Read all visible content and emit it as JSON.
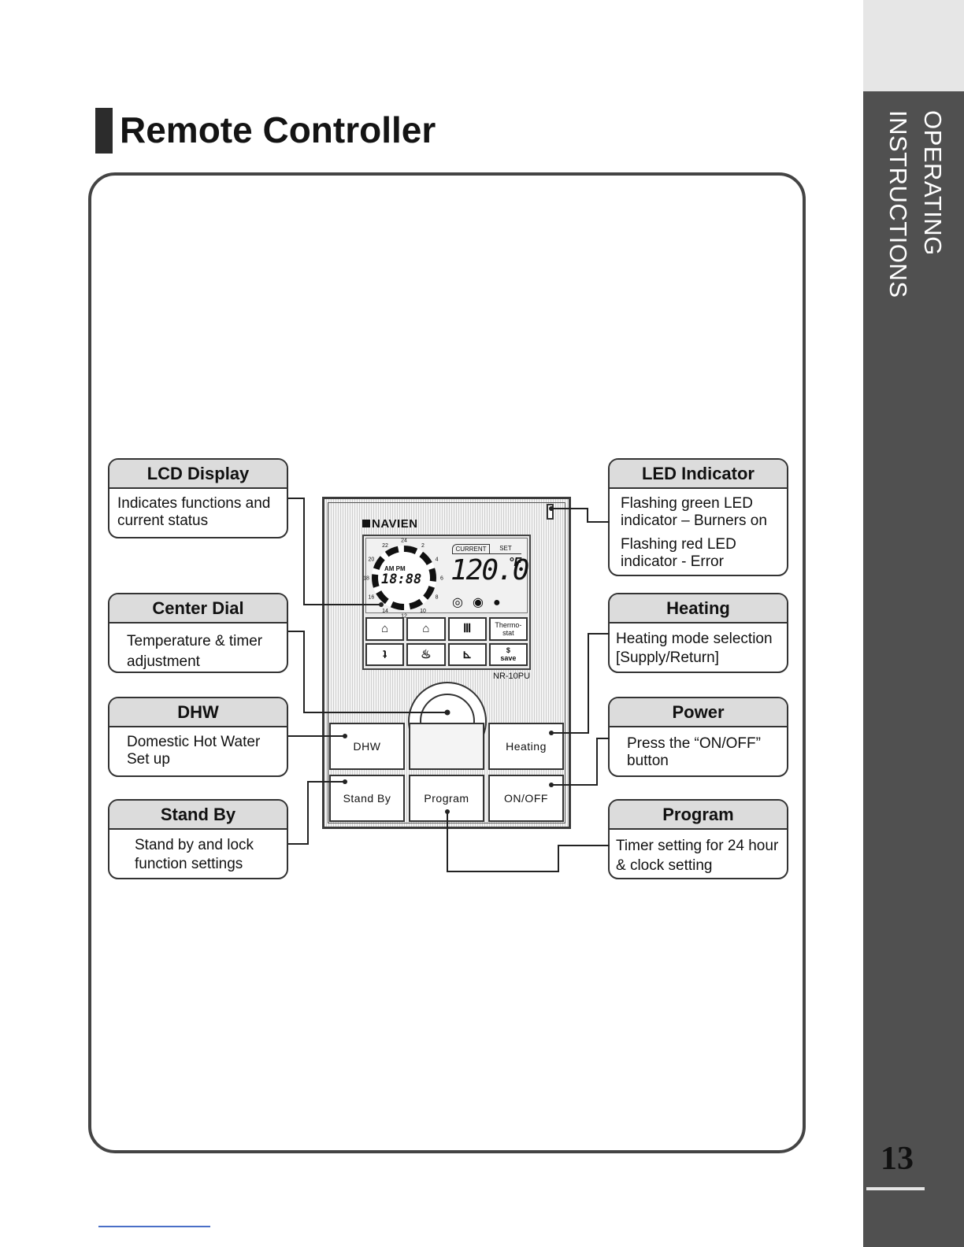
{
  "page": {
    "title": "Remote Controller",
    "section": "OPERATING INSTRUCTIONS",
    "page_number": "13"
  },
  "device": {
    "brand": "NAVIEN",
    "model": "NR-10PU",
    "lcd": {
      "clock_ampm": "AM PM",
      "clock_time": "18:88",
      "clock_hours": [
        "24",
        "2",
        "4",
        "6",
        "8",
        "10",
        "12",
        "14",
        "16",
        "18",
        "20",
        "22"
      ],
      "label_current": "CURRENT",
      "label_set": "SET",
      "temperature": "120.0",
      "unit": "°F",
      "status_icons": [
        "timer-icon",
        "lock-icon",
        "power-icon"
      ]
    },
    "keys": [
      {
        "icon": "home-icon",
        "glyph": "⌂"
      },
      {
        "icon": "away-icon",
        "glyph": "⌂"
      },
      {
        "icon": "radiator-icon",
        "glyph": "Ⅲ"
      },
      {
        "icon": "thermostat-key",
        "label": "Thermo-\nstat"
      },
      {
        "icon": "faucet-icon",
        "glyph": "ʇ"
      },
      {
        "icon": "shower-icon",
        "glyph": "♨"
      },
      {
        "icon": "floor-heat-icon",
        "glyph": "⊾"
      },
      {
        "icon": "save-key",
        "label": "$\nsave"
      }
    ],
    "buttons": {
      "dhw": "DHW",
      "heating": "Heating",
      "standby": "Stand By",
      "program": "Program",
      "onoff": "ON/OFF"
    }
  },
  "callouts": {
    "lcd_display": {
      "title": "LCD Display",
      "lines": [
        "Indicates functions and current status"
      ]
    },
    "center_dial": {
      "title": "Center Dial",
      "lines": [
        "Temperature & timer adjustment"
      ]
    },
    "dhw": {
      "title": "DHW",
      "lines": [
        "Domestic Hot Water Set up"
      ]
    },
    "stand_by": {
      "title": "Stand By",
      "lines": [
        "Stand by and lock function settings"
      ]
    },
    "led_indicator": {
      "title": "LED Indicator",
      "lines": [
        "Flashing green LED indicator – Burners on",
        "Flashing red LED indicator - Error"
      ]
    },
    "heating": {
      "title": "Heating",
      "lines": [
        "Heating mode selection [Supply/Return]"
      ]
    },
    "power": {
      "title": "Power",
      "lines": [
        "Press the “ON/OFF” button"
      ]
    },
    "program": {
      "title": "Program",
      "lines": [
        "Timer setting for 24 hour & clock setting"
      ]
    }
  },
  "colors": {
    "sidebar": "#505050",
    "sidebar_top": "#e6e6e6",
    "callout_header": "#dcdcdc",
    "frame": "#444444"
  }
}
